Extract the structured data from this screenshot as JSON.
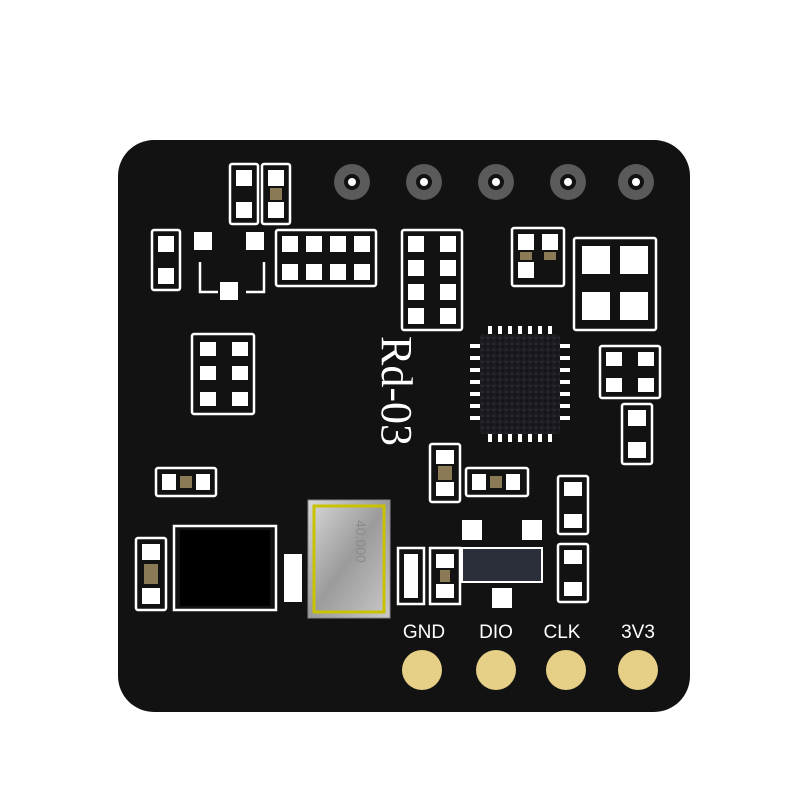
{
  "board": {
    "model_label": "Rd-03",
    "pcb_color": "#121212",
    "silkscreen_color": "#ffffff",
    "pad_color": "#e6cf87"
  },
  "pins": [
    {
      "label": "GND"
    },
    {
      "label": "DIO"
    },
    {
      "label": "CLK"
    },
    {
      "label": "3V3"
    }
  ],
  "components": {
    "chip": "qfn-radar-chip",
    "crystal": "crystal-oscillator",
    "crystal_marking": "40.000"
  }
}
